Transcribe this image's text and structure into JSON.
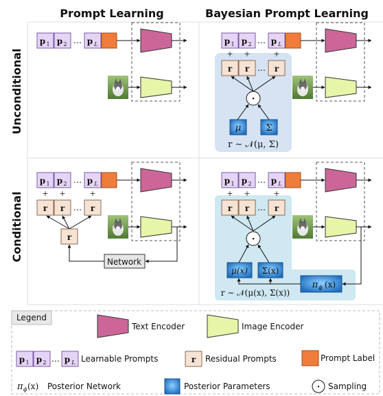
{
  "columns": {
    "left": "Prompt Learning",
    "right": "Bayesian Prompt Learning"
  },
  "rows": {
    "top": "Unconditional",
    "bottom": "Conditional"
  },
  "prompts": {
    "p1": "p",
    "p1_sub": "1",
    "p2": "p",
    "p2_sub": "2",
    "pL": "p",
    "pL_sub": "L",
    "ellipsis": "…"
  },
  "residual": {
    "r": "r",
    "plus": "+"
  },
  "sampling_symbol": "·",
  "params": {
    "mu": "μ",
    "sigma": "Σ",
    "mu_x": "μ(x)",
    "sigma_x": "Σ(x)"
  },
  "formulas": {
    "unconditional": "r ∼ 𝒩(μ, Σ)",
    "conditional": "r ∼ 𝒩(μ(x), Σ(x))"
  },
  "network_label": "Network",
  "posterior_net": "π",
  "posterior_net_sub": "ϕ",
  "posterior_net_arg": "(x)",
  "legend": {
    "title": "Legend",
    "text_encoder": "Text Encoder",
    "image_encoder": "Image Encoder",
    "learnable_prompts": "Learnable Prompts",
    "residual_prompts": "Residual Prompts",
    "prompt_label": "Prompt Label",
    "posterior_network": "Posterior Network",
    "posterior_parameters": "Posterior Parameters",
    "sampling": "Sampling"
  },
  "colors": {
    "prompt_fill": "#e5d4f5",
    "prompt_stroke": "#7c5aa6",
    "residual_fill": "#f6e3d4",
    "residual_stroke": "#8a6a55",
    "label_fill": "#f07c3c",
    "text_encoder": "#cc6699",
    "image_encoder": "#e6f5a8",
    "bayes_panel_top": "#d5e3f3",
    "bayes_panel_bottom": "#cfe8f1",
    "param_blue": "#3a8ed9",
    "network_fill": "#e6e6e6"
  }
}
